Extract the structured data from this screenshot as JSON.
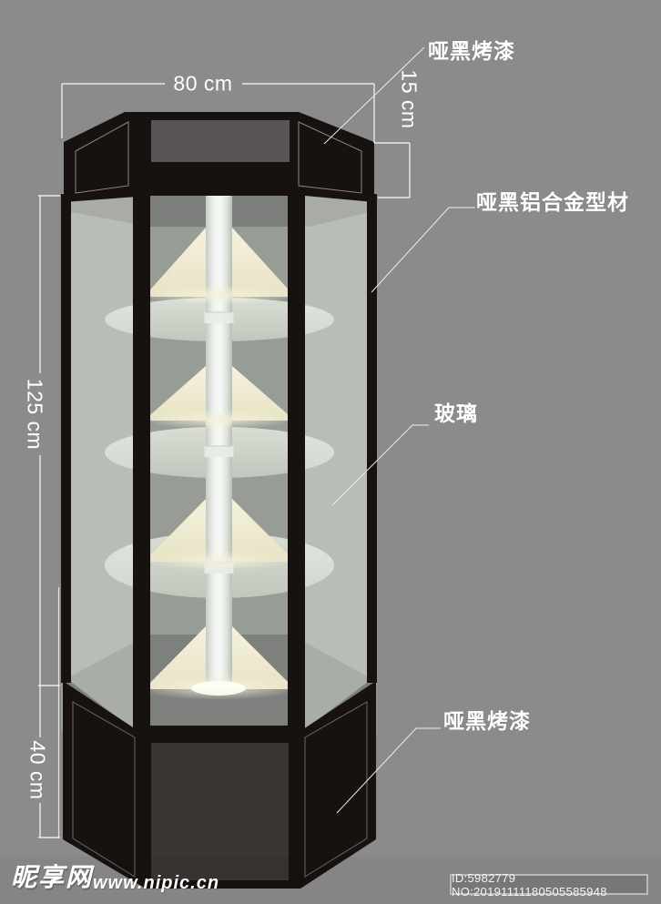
{
  "labels": {
    "top_finish": "哑黑烤漆",
    "frame_profile": "哑黑铝合金型材",
    "glass": "玻璃",
    "bottom_finish": "哑黑烤漆"
  },
  "dimensions": {
    "overall_width": "80 cm",
    "cap_height": "15 cm",
    "glass_height": "125 cm",
    "base_height": "40 cm"
  },
  "watermark": {
    "site_name": "昵享网",
    "site_url": "www.nipic.cn",
    "image_id": "ID:5982779 NO:20191111180505585948"
  },
  "colors": {
    "background": "#8b8b8b",
    "frame_black": "#17120f",
    "cap_panel": "#5a5456",
    "base_panel": "#3b3534",
    "glass_tint": "#b4bab2",
    "interior": "#989c97",
    "light_beam": "#f2efd8",
    "shelf": "#d3d9cf",
    "pole": "#eef0ec",
    "annotation": "#ffffff"
  }
}
